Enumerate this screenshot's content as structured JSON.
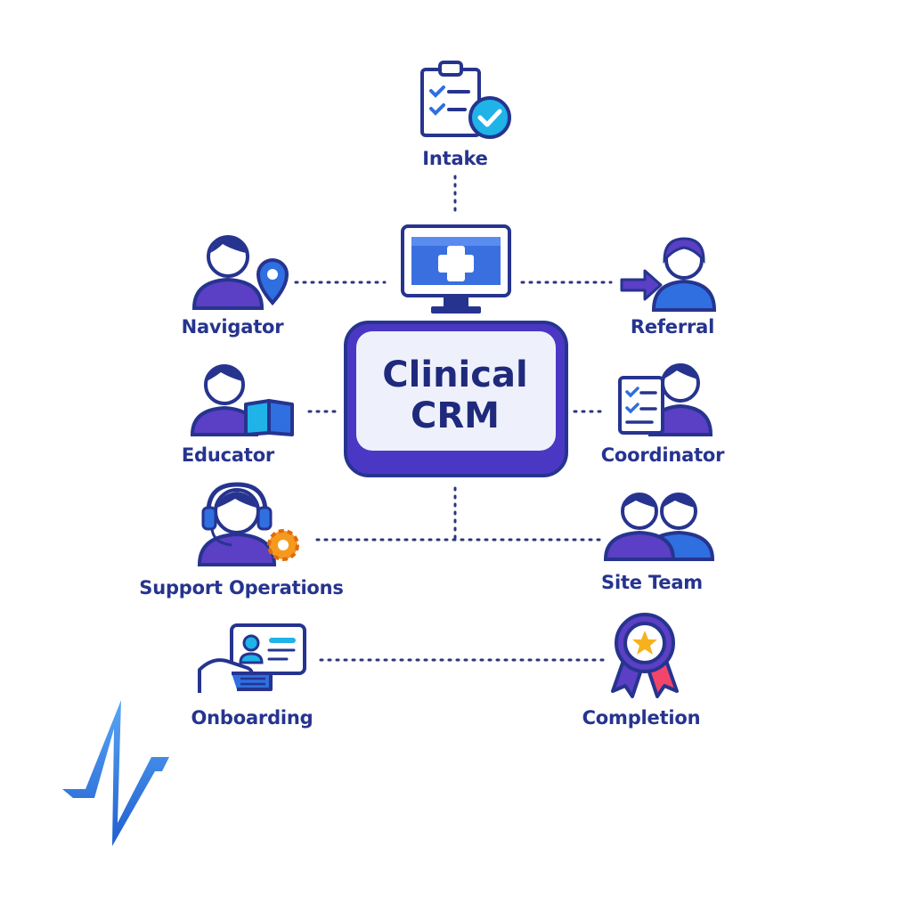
{
  "hub": {
    "title_line1": "Clinical",
    "title_line2": "CRM"
  },
  "nodes": {
    "intake": "Intake",
    "navigator": "Navigator",
    "referral": "Referral",
    "educator": "Educator",
    "coordinator": "Coordinator",
    "support_operations": "Support Operations",
    "site_team": "Site Team",
    "onboarding": "Onboarding",
    "completion": "Completion"
  },
  "icons": {
    "intake": "clipboard-check-icon",
    "hub": "medical-monitor-icon",
    "navigator": "person-location-pin-icon",
    "referral": "person-arrow-icon",
    "educator": "person-book-icon",
    "coordinator": "person-checklist-icon",
    "support_operations": "headset-gear-icon",
    "site_team": "two-people-icon",
    "onboarding": "id-card-hand-icon",
    "completion": "award-ribbon-icon",
    "brand": "pulse-logo-icon"
  },
  "colors": {
    "navy": "#26348f",
    "purple": "#5b3fc4",
    "blue": "#2f6fe0",
    "cyan": "#1fb3e8",
    "hub_fill": "#eef1fb"
  }
}
